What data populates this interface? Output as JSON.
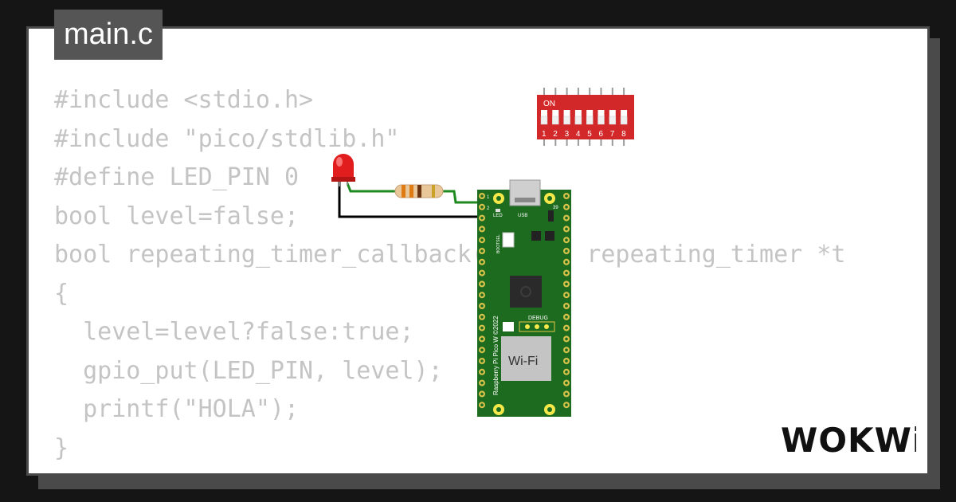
{
  "tab": {
    "title": "main.c"
  },
  "code": {
    "lines": [
      "#include <stdio.h>",
      "#include \"pico/stdlib.h\"",
      "#define LED_PIN 0",
      "bool level=false;",
      "bool repeating_timer_callback(struct repeating_timer *t",
      "{",
      "  level=level?false:true;",
      "  gpio_put(LED_PIN, level);",
      "  printf(\"HOLA\");",
      "}"
    ]
  },
  "dip_switch": {
    "label": "ON",
    "numbers": [
      "1",
      "2",
      "3",
      "4",
      "5",
      "6",
      "7",
      "8"
    ],
    "color": "#d3282a"
  },
  "pico": {
    "led_label": "LED",
    "usb_label": "USB",
    "bootsel_label": "BOOTSEL",
    "debug_label": "DEBUG",
    "wifi_label": "Wi-Fi",
    "board_text": "Raspberry Pi Pico W ©2022",
    "pin_1": "1",
    "pin_2": "2",
    "pin_39": "39",
    "color": "#1c6b1f"
  },
  "logo": {
    "text": "WOKWi"
  }
}
